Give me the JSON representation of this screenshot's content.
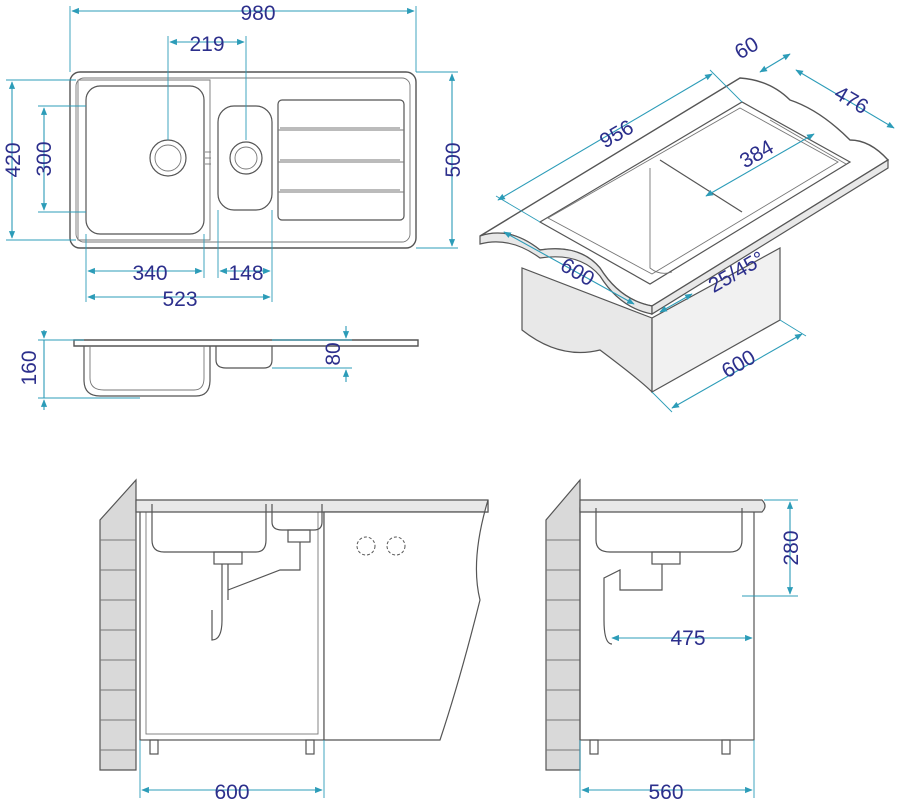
{
  "colors": {
    "dimension_line": "#2c9cb8",
    "dimension_text": "#2c2f8c",
    "outline": "#555555",
    "shade": "#e8e8e8"
  },
  "top_view": {
    "overall_length": "980",
    "overall_width": "500",
    "inner_width": "420",
    "bowl_depth": "300",
    "drain_spacing": "219",
    "main_bowl_width": "340",
    "small_bowl_width": "148",
    "bowls_total_width": "523"
  },
  "side_view": {
    "overall_depth": "160",
    "small_bowl_depth": "80"
  },
  "iso_view": {
    "length": "956",
    "rim": "60",
    "depth": "476",
    "bowl_width": "384",
    "cabinet_width": "600",
    "cabinet_depth": "600",
    "edge_radius": "25/45°"
  },
  "front_install": {
    "cabinet_width": "600"
  },
  "side_install": {
    "height": "280",
    "drain_offset": "475",
    "cabinet_depth": "560"
  }
}
